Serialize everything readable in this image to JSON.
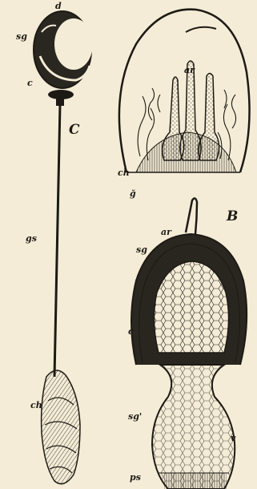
{
  "labels": {
    "d": "d",
    "sg_top": "sg",
    "c_top": "c",
    "C": "C",
    "gs": "gs",
    "ch_left": "ch",
    "ar_top": "ar",
    "ch_mid": "ch",
    "g_mid": "ğ",
    "ar_B": "ar",
    "B": "B",
    "sg_B": "sg",
    "c_B": "c",
    "sg_prime": "sg'",
    "v": "v",
    "ps": "ps"
  },
  "colors": {
    "paper": "#f4ecd6",
    "ink": "#1d1a15"
  }
}
